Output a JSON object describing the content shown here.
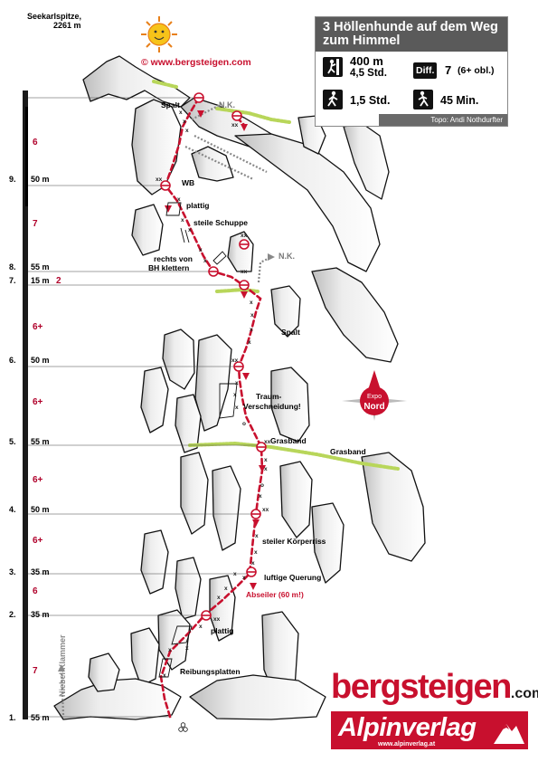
{
  "summit": {
    "name": "Seekarlspitze,",
    "altitude": "2261 m"
  },
  "copyright": "© www.bergsteigen.com",
  "route_title": "3 Höllenhunde auf dem Weg zum Himmel",
  "stats": {
    "length": "400 m",
    "climb_time": "4,5 Std.",
    "diff_label": "Diff.",
    "grade": "7",
    "grade_note": "(6+ obl.)",
    "approach_time": "1,5 Std.",
    "descent_time": "45 Min."
  },
  "credit": "Topo: Andi Nothdurfter",
  "pitches": [
    {
      "num": "1.",
      "length": "55 m",
      "grade": "7"
    },
    {
      "num": "2.",
      "length": "35 m",
      "grade": "6"
    },
    {
      "num": "3.",
      "length": "35 m",
      "grade": "6+"
    },
    {
      "num": "4.",
      "length": "50 m",
      "grade": "6+"
    },
    {
      "num": "5.",
      "length": "55 m",
      "grade": "6+"
    },
    {
      "num": "6.",
      "length": "50 m",
      "grade": "6+"
    },
    {
      "num": "7.",
      "length": "15 m",
      "grade": "2"
    },
    {
      "num": "8.",
      "length": "55 m",
      "grade": "7"
    },
    {
      "num": "9.",
      "length": "50 m",
      "grade": "6"
    }
  ],
  "labels": {
    "spalt_top": "Spalt",
    "nk_top": "N.K.",
    "wb": "WB",
    "plattig_top": "plattig",
    "steile_schuppe": "steile Schuppe",
    "rechts_von_1": "rechts von",
    "rechts_von_2": "BH klettern",
    "nk_mid": "N.K.",
    "spalt_mid": "Spalt",
    "traum_1": "Traum-",
    "traum_2": "Verschneidung!",
    "grasband_1": "Grasband",
    "grasband_2": "Grasband",
    "koerperriss": "steiler Körperriss",
    "luftige_querung": "luftige Querung",
    "abseiler": "Abseiler (60 m!)",
    "plattig_bottom": "plattig",
    "reibungsplatten": "Reibungsplatten",
    "niebel_klammer": "Niebel-Klammer",
    "compass_top": "Expo",
    "compass_bottom": "Nord"
  },
  "logos": {
    "bergsteigen_red": "bergsteigen",
    "bergsteigen_dark": ".com",
    "alpinverlag": "Alpinverlag",
    "alpinverlag_url": "www.alpinverlag.at"
  },
  "icons": [
    "sun-face-icon",
    "climber-icon",
    "hiker-up-icon",
    "hiker-down-icon",
    "compass-icon",
    "mountain-logo-icon"
  ],
  "colors": {
    "route": "#c8102e",
    "accent": "#b0002a",
    "grass": "#b8d65a",
    "infobox_header": "#5a5a5a"
  }
}
